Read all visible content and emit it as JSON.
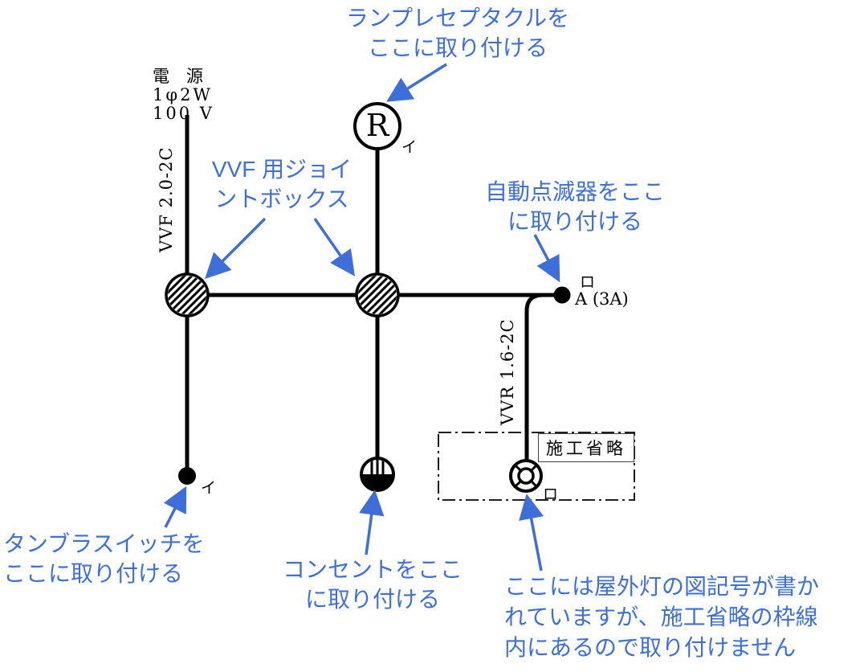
{
  "colors": {
    "annotation": "#3E6FD8",
    "wire": "#000000",
    "background": "#FFFFFF"
  },
  "diagram": {
    "power_source": {
      "line1": "電　源",
      "line2": "1φ2W",
      "line3": "100 V"
    },
    "cables": {
      "left": "VVF 2.0-2C",
      "right": "VVR 1.6-2C"
    },
    "devices": {
      "lamp_receptacle_letter": "R",
      "lamp_receptacle_mark": "イ",
      "auto_switch_mark": "ロ",
      "auto_switch_rating": "A (3A)",
      "tumbler_switch_mark": "イ",
      "outdoor_light_mark": "ロ",
      "omission_label": "施工省略"
    }
  },
  "annotations": {
    "lamp_receptacle": {
      "line1": "ランプレセプタクルを",
      "line2": "ここに取り付ける"
    },
    "joint_box": {
      "line1": "VVF 用ジョイ",
      "line2": "ントボックス"
    },
    "auto_switch": {
      "line1": "自動点滅器をここ",
      "line2": "に取り付ける"
    },
    "tumbler_switch": {
      "line1": "タンブラスイッチを",
      "line2": "ここに取り付ける"
    },
    "outlet": {
      "line1": "コンセントをここ",
      "line2": "に取り付ける"
    },
    "outdoor_light": {
      "line1": "ここには屋外灯の図記号が書か",
      "line2": "れていますが、施工省略の枠線",
      "line3": "内にあるので取り付けません"
    }
  }
}
